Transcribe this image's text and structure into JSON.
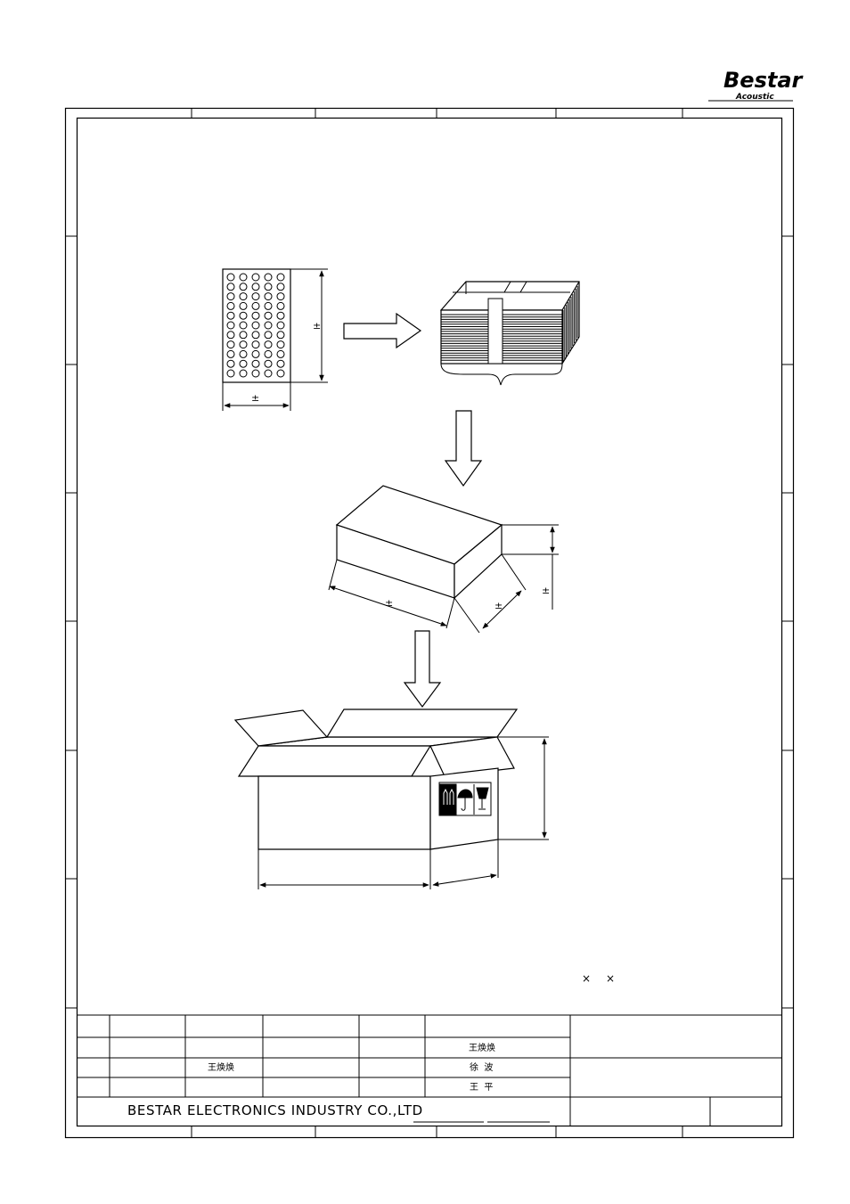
{
  "logo": {
    "brand": "Bestar",
    "sub": "Acoustic"
  },
  "symbols": {
    "plus_minus": "±",
    "times": "×"
  },
  "title_block": {
    "drawn_by": "王焕焕",
    "checked_by": "王焕焕",
    "reviewed_by": "徐  波",
    "approved_by": "王  平",
    "company": "BESTAR ELECTRONICS INDUSTRY CO.,LTD"
  }
}
